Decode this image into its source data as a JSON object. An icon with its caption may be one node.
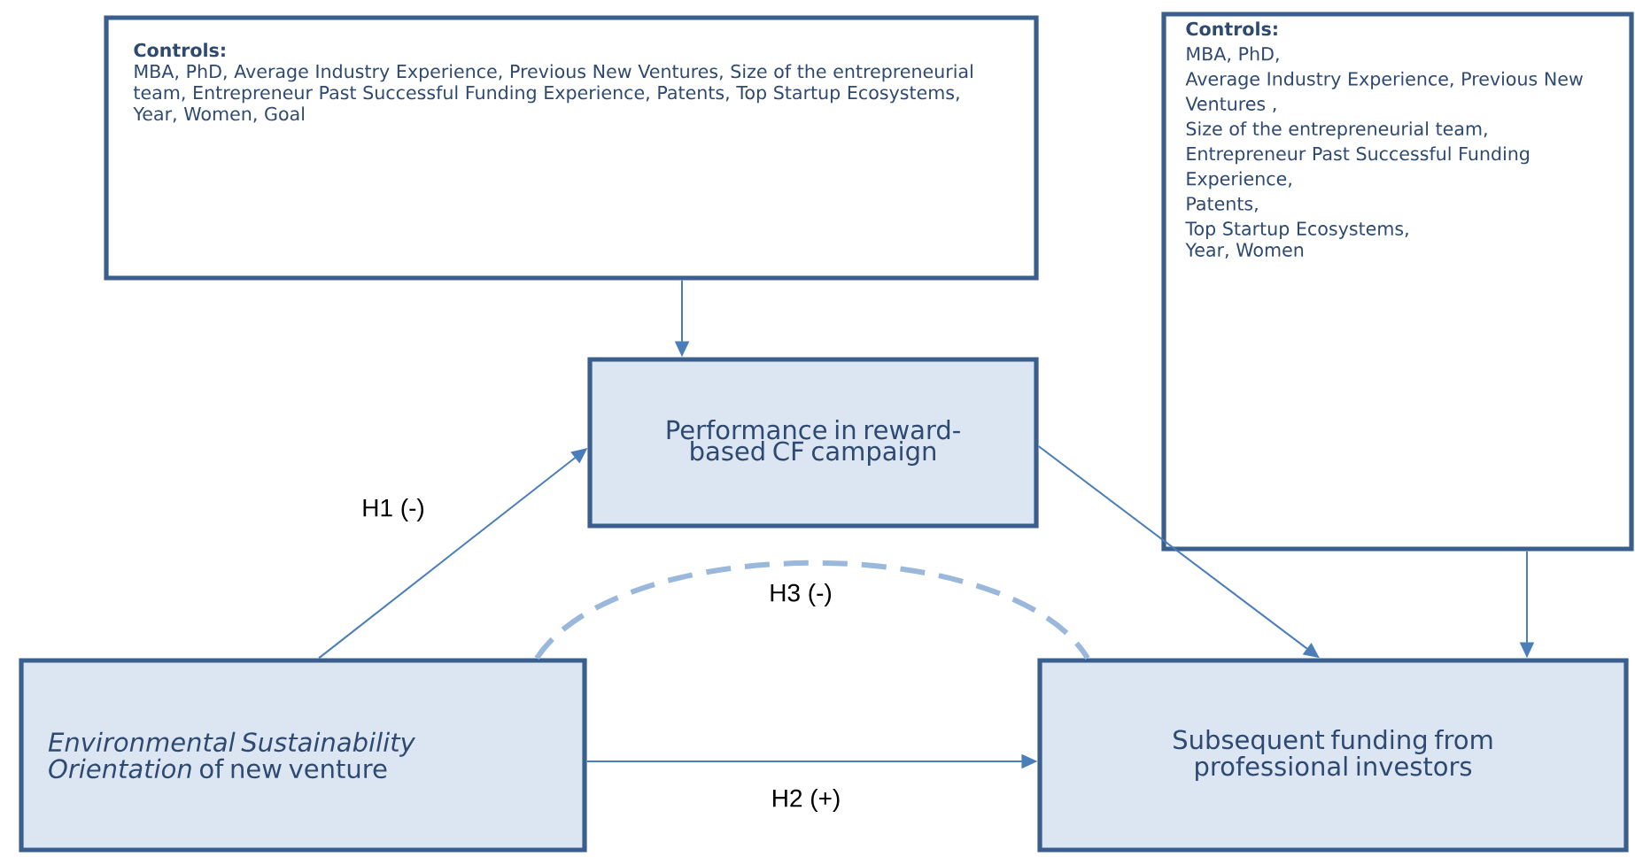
{
  "diagram": {
    "nodes": [
      {
        "text": [
          "Controls:",
          "MBA, PhD, Average Industry Experience, Previous New Ventures, Size of the entrepreneurial team, Entrepreneur Past Successful Funding Experience, Patents, Top Startup Ecosystems, Year, Women, Goal"
        ]
      },
      {
        "text": [
          "Controls:",
          "MBA, PhD,",
          "Average Industry Experience, Previous New Ventures ,",
          "Size of the entrepreneurial team,",
          "Entrepreneur Past Successful Funding Experience,",
          "Patents,",
          "Top Startup Ecosystems,",
          "Year, Women"
        ]
      },
      {
        "text": [
          "Performance in reward-based CF campaign"
        ]
      },
      {
        "text": [
          "*Environmental Sustainability Orientation* of new venture"
        ]
      },
      {
        "text": [
          "Subsequent funding from professional investors"
        ]
      }
    ],
    "edges": [
      {
        "from": 0,
        "to": 2,
        "arrow": "to"
      },
      {
        "from": 3,
        "to": 2,
        "arrow": "to",
        "label": "H1 (-)"
      },
      {
        "from": 2,
        "to": 4,
        "arrow": "to"
      },
      {
        "from": 1,
        "to": 4,
        "arrow": "to"
      },
      {
        "from": 3,
        "to": 4,
        "arrow": "to",
        "label": "H2 (+)"
      },
      {
        "from": 3,
        "to": 4,
        "arrow": "none",
        "label": "H3 (-)",
        "style": "dashed",
        "color": "#9ab7dc"
      }
    ]
  }
}
